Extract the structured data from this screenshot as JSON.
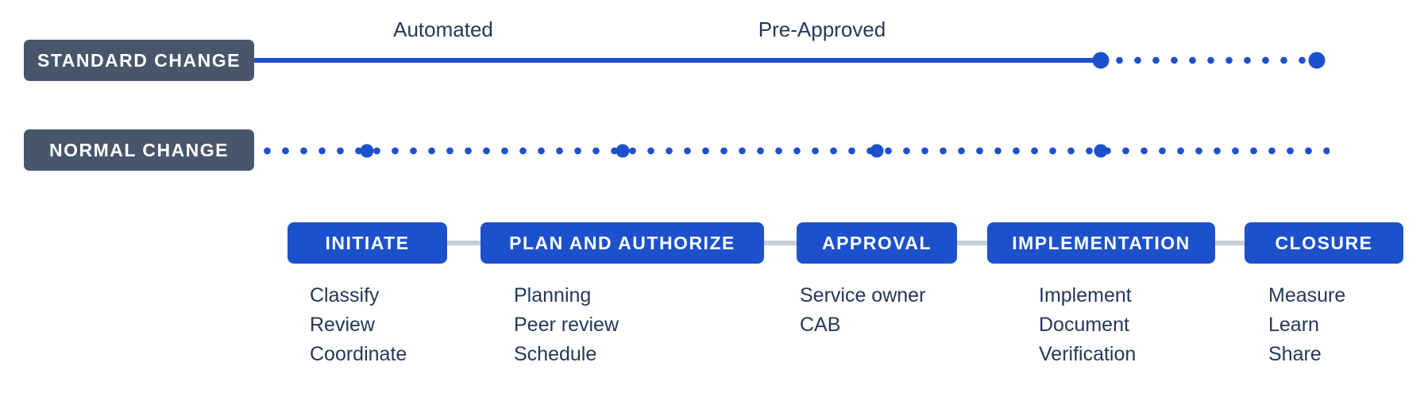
{
  "diagram": {
    "annotations": {
      "automated": "Automated",
      "pre_approved": "Pre-Approved"
    },
    "tracks": {
      "standard": {
        "label": "STANDARD CHANGE"
      },
      "normal": {
        "label": "NORMAL CHANGE"
      }
    },
    "stages": [
      {
        "label": "INITIATE",
        "items": [
          "Classify",
          "Review",
          "Coordinate"
        ]
      },
      {
        "label": "PLAN AND AUTHORIZE",
        "items": [
          "Planning",
          "Peer review",
          "Schedule"
        ]
      },
      {
        "label": "APPROVAL",
        "items": [
          "Service owner",
          "CAB"
        ]
      },
      {
        "label": "IMPLEMENTATION",
        "items": [
          "Implement",
          "Document",
          "Verification"
        ]
      },
      {
        "label": "CLOSURE",
        "items": [
          "Measure",
          "Learn",
          "Share"
        ]
      }
    ],
    "colors": {
      "blue": "#1d51cc",
      "slate": "#47566b",
      "navy": "#253858",
      "connector": "#c9ced6"
    }
  }
}
